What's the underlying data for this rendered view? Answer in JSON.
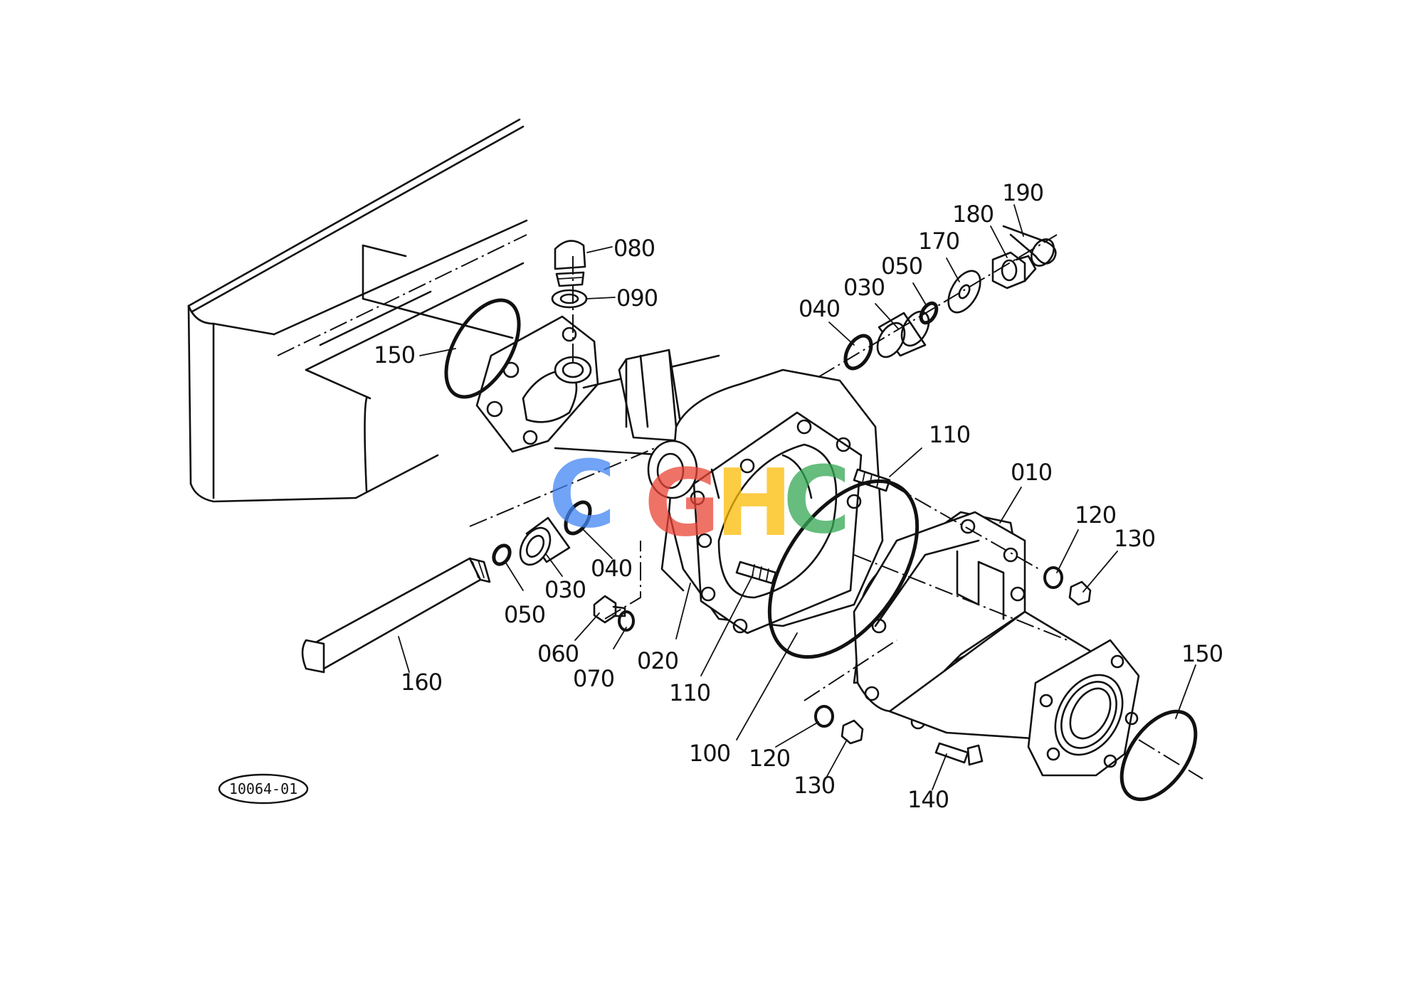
{
  "diagram": {
    "reference_code": "10064-01",
    "callouts": [
      {
        "id": "c-080",
        "label": "080",
        "part": "plug"
      },
      {
        "id": "c-090",
        "label": "090",
        "part": "gasket"
      },
      {
        "id": "c-150a",
        "label": "150",
        "part": "o-ring"
      },
      {
        "id": "c-040a",
        "label": "040",
        "part": "o-ring"
      },
      {
        "id": "c-030a",
        "label": "030",
        "part": "bushing"
      },
      {
        "id": "c-050a",
        "label": "050",
        "part": "o-ring"
      },
      {
        "id": "c-170",
        "label": "170",
        "part": "washer"
      },
      {
        "id": "c-180",
        "label": "180",
        "part": "castle-nut"
      },
      {
        "id": "c-190",
        "label": "190",
        "part": "split-pin"
      },
      {
        "id": "c-110a",
        "label": "110",
        "part": "stud"
      },
      {
        "id": "c-010",
        "label": "010",
        "part": "front-axle-case"
      },
      {
        "id": "c-120a",
        "label": "120",
        "part": "spring-washer"
      },
      {
        "id": "c-130a",
        "label": "130",
        "part": "nut"
      },
      {
        "id": "c-040b",
        "label": "040",
        "part": "o-ring"
      },
      {
        "id": "c-030b",
        "label": "030",
        "part": "bushing"
      },
      {
        "id": "c-050b",
        "label": "050",
        "part": "o-ring"
      },
      {
        "id": "c-060",
        "label": "060",
        "part": "plug"
      },
      {
        "id": "c-070",
        "label": "070",
        "part": "gasket"
      },
      {
        "id": "c-020",
        "label": "020",
        "part": "axle-bracket"
      },
      {
        "id": "c-110b",
        "label": "110",
        "part": "stud"
      },
      {
        "id": "c-160",
        "label": "160",
        "part": "pin"
      },
      {
        "id": "c-100",
        "label": "100",
        "part": "o-ring"
      },
      {
        "id": "c-120b",
        "label": "120",
        "part": "spring-washer"
      },
      {
        "id": "c-130b",
        "label": "130",
        "part": "nut"
      },
      {
        "id": "c-140",
        "label": "140",
        "part": "bolt"
      },
      {
        "id": "c-150b",
        "label": "150",
        "part": "o-ring"
      }
    ]
  },
  "watermark": {
    "letters": [
      "C",
      "G",
      "H",
      "C"
    ],
    "colors": [
      "#4285F4",
      "#EA4335",
      "#FBBC05",
      "#34A853"
    ]
  }
}
